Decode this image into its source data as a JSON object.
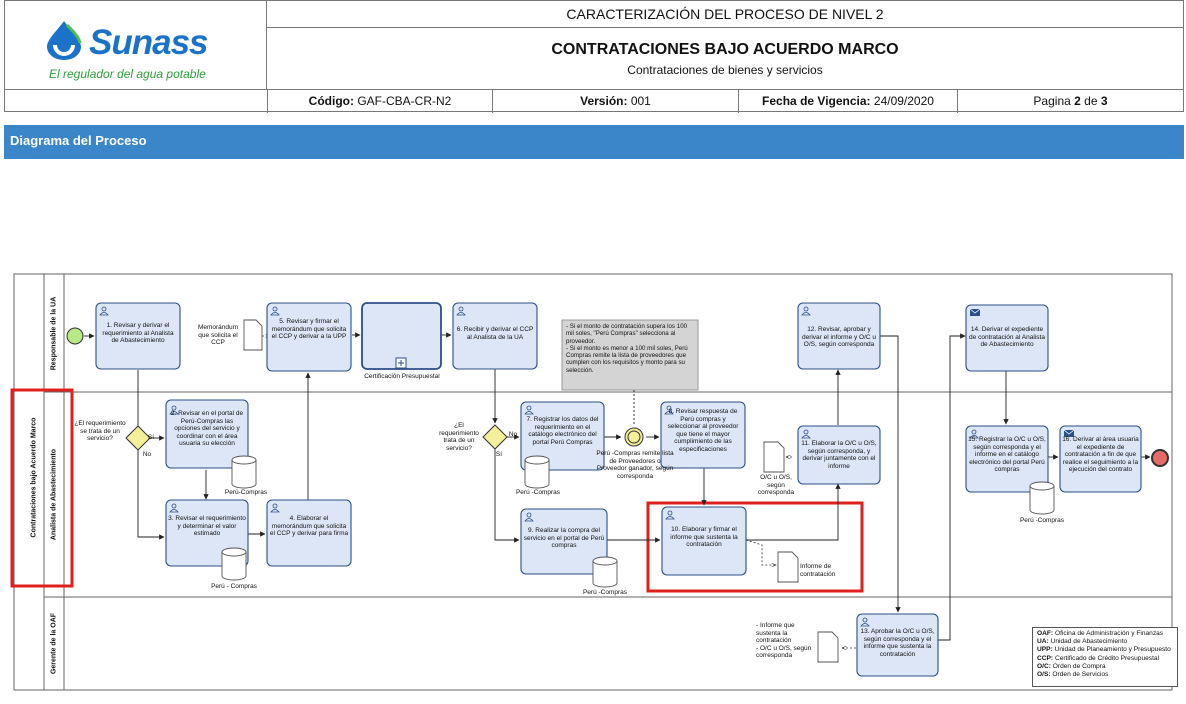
{
  "header": {
    "logo_word": "Sunass",
    "logo_tagline": "El regulador del agua potable",
    "title1": "CARACTERIZACIÓN DEL PROCESO DE NIVEL 2",
    "title2": "CONTRATACIONES BAJO ACUERDO MARCO",
    "subtitle": "Contrataciones de bienes y servicios",
    "codigo_label": "Código:",
    "codigo_value": "GAF-CBA-CR-N2",
    "version_label": "Versión:",
    "version_value": "001",
    "fecha_label": "Fecha de Vigencia:",
    "fecha_value": "24/09/2020",
    "pagina_prefix": "Pagina",
    "pagina_current": "2",
    "pagina_mid": "de",
    "pagina_total": "3"
  },
  "section_title": "Diagrama del Proceso",
  "pool_label": "Contrataciones bajo Acuerdo Marco",
  "lanes": [
    "Responsable de la UA",
    "Analista de Abastecimiento",
    "Gerente de la OAF"
  ],
  "tasks": {
    "t1": "1. Revisar y derivar el requerimiento al Analista de Abastecimiento",
    "t2": "2. Revisar en el portal de Perú-Compras las opciones del servicio y coordinar con el área usuaria su elección",
    "t3": "3. Revisar el requerimiento y determinar el valor estimado",
    "t4": "4. Elaborar el memorándum que solicita el CCP y derivar para firma",
    "t5": "5. Revisar y firmar el memorándum que solicita el CCP y derivar a la UPP",
    "sub": "Certificación Presupuestal",
    "t6": "6. Recibir y derivar el CCP al Analista de la UA",
    "t7": "7. Registrar los datos del requerimiento en el catálogo electrónico del portal Perú Compras",
    "t8": "8. Revisar respuesta de Perú compras y seleccionar al proveedor que tiene el mayor cumplimiento de las especificaciones",
    "t9": "9. Realizar la compra del servicio en el portal de Perú compras",
    "t10": "10. Elaborar y firmar el informe que sustenta la contratación",
    "t11": "11. Elaborar la O/C u O/S, según corresponda, y derivar juntamente con el informe",
    "t12": "12. Revisar, aprobar y derivar el informe y O/C u O/S, según corresponda",
    "t13": "13. Aprobar la O/C u O/S, según corresponda y el informe que sustenta la contratación",
    "t14": "14. Derivar el expediente de contratación al Analista de Abastecimiento",
    "t15": "15. Registrar la O/C u O/S, según corresponda y el informe en el catálogo electrónico del portal Perú compras",
    "t16": "16. Derivar al área usuaria el expediente de contratación a fin de que realice el seguimiento a la ejecución del contrato"
  },
  "gateways": {
    "g1_question": "¿El requerimiento se trata de un servicio?",
    "g2_question": "¿El requerimiento trata de un servicio?",
    "yes": "Sí",
    "no": "No"
  },
  "datastores": {
    "d1": "Perú-Compras",
    "d2": "Perú - Compras",
    "d3": "Perú -Compras",
    "d4": "Perú -Compras",
    "d5": "Perú -Compras"
  },
  "documents": {
    "memo": "Memorándum que solicita el CCP",
    "informe": "Informe de contratación",
    "ocos": "O/C u O/S, según corresponda",
    "g_docs": "- Informe que sustenta la contratación\n- O/C u O/S, según corresponda"
  },
  "event_label": "Perú -Compras remite lista de Proveedores o Proveedor ganador, según corresponda",
  "annotation": "- Si el monto de contratación supera los 100 mil soles, \"Perú Compras\" selecciona al proveedor.\n- Si el monto es menor a 100 mil soles, Perú Compras remite la lista de proveedores que cumplen con los requisitos y monto para su selección.",
  "legend": [
    {
      "abbr": "OAF:",
      "text": "Oficina de Administración y Finanzas"
    },
    {
      "abbr": "UA:",
      "text": "Unidad de Abastecimiento"
    },
    {
      "abbr": "UPP:",
      "text": "Unidad de Planeamiento y Presupuesto"
    },
    {
      "abbr": "CCP:",
      "text": "Certificado de Crédito Presupuestal"
    },
    {
      "abbr": "O/C:",
      "text": "Orden de Compra"
    },
    {
      "abbr": "O/S:",
      "text": "Orden de Servicios"
    }
  ],
  "colors": {
    "brand_blue": "#1a73c8",
    "band_blue": "#3b86c9",
    "task_fill": "#dde6f6",
    "task_stroke": "#2c4f86",
    "gateway_fill": "#f4ef9a",
    "start_fill": "#b8e986",
    "end_fill": "#e56b6b",
    "highlight_red": "#e0201d",
    "annotation_fill": "#d4d4d4"
  }
}
